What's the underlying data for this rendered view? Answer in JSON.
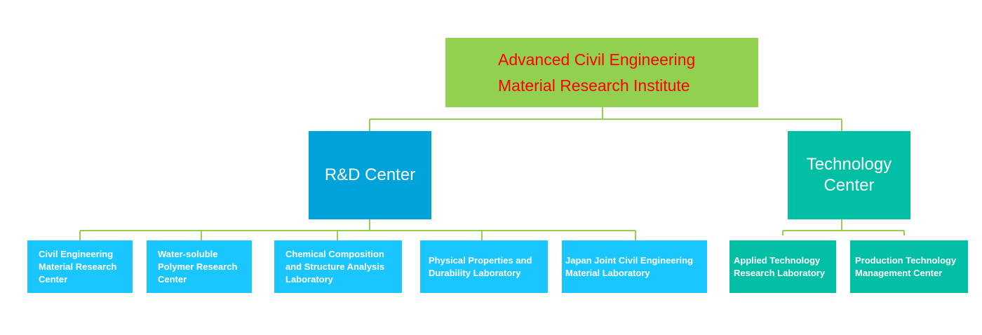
{
  "chart": {
    "root": {
      "line1": "Advanced Civil Engineering",
      "line2": "Material Research Institute",
      "color": "#92d050",
      "text_color": "#ff0000"
    },
    "branches": [
      {
        "name": "R&D Center",
        "color": "#00a3d9",
        "children": [
          "Civil Engineering Material Research Center",
          "Water-soluble Polymer Research Center",
          "Chemical Composition and Structure Analysis Laboratory",
          "Physical Properties and Durability Laboratory",
          "Japan Joint Civil Engineering Material Laboratory"
        ],
        "child_color": "#1ac6ff"
      },
      {
        "name": "Technology Center",
        "color": "#00bfa5",
        "children": [
          "Applied Technology Research Laboratory",
          "Production Technology Management Center"
        ],
        "child_color": "#00bfa5"
      }
    ],
    "connector_color": "#92d050"
  }
}
